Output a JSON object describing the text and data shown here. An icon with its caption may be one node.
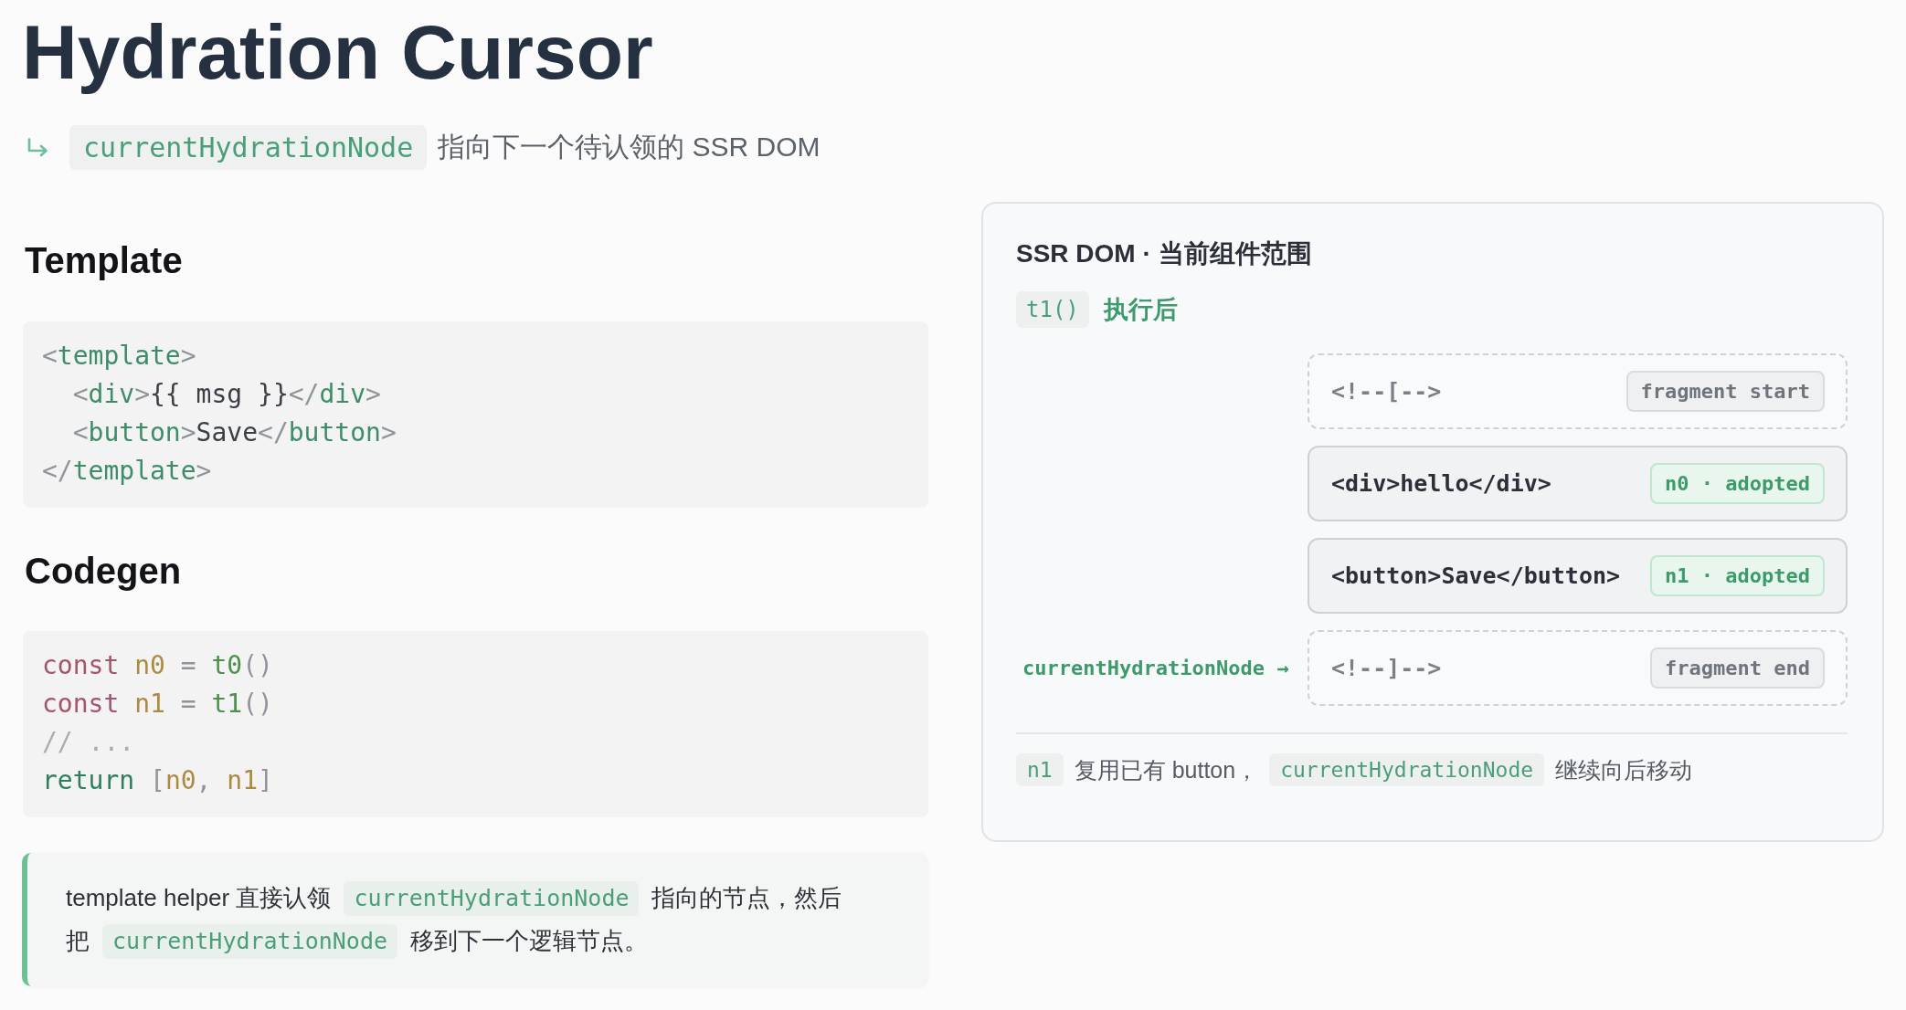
{
  "diagram": {
    "title": "Hydration Cursor",
    "nodes": [
      {
        "text": [
          "Template",
          "<template>",
          "  <div>{{ msg }}</div>",
          "  <button>Save</button>",
          "</template>"
        ]
      },
      {
        "text": [
          "Codegen",
          "const n0 = t0()",
          "const n1 = t1()",
          "// ...",
          "return [n0, n1]"
        ]
      },
      {
        "text": [
          "template helper 直接认领",
          "currentHydrationNode",
          "指向的节点，然后",
          "把",
          "currentHydrationNode",
          "移到下一个逻辑节点。"
        ]
      },
      {
        "text": [
          "SSR DOM · 当前组件范围",
          "t1()",
          "执行后",
          "currentHydrationNode →",
          "n1",
          "复用已有 button，",
          "currentHydrationNode",
          "继续向后移动"
        ]
      },
      {
        "text": [
          "<!--[-->",
          "fragment start"
        ],
        "in": 3
      },
      {
        "text": [
          "<div>hello</div>",
          "n0 · adopted"
        ],
        "in": 3
      },
      {
        "text": [
          "<button>Save</button>",
          "n1 · adopted"
        ],
        "in": 3
      },
      {
        "text": [
          "<!--]-->",
          "fragment end"
        ],
        "in": 3
      }
    ],
    "labels": [
      "currentHydrationNode",
      "指向下一个待认领的 SSR DOM"
    ]
  }
}
